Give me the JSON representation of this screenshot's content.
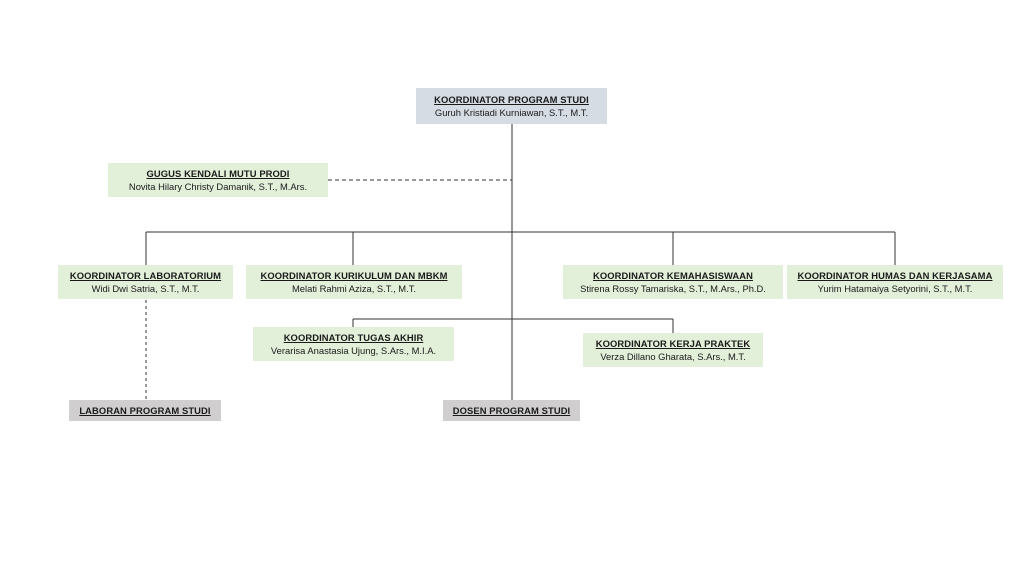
{
  "chart": {
    "head": {
      "title": "KOORDINATOR PROGRAM STUDI",
      "person": "Guruh Kristiadi Kurniawan, S.T., M.T."
    },
    "quality_unit": {
      "title": "GUGUS KENDALI MUTU PRODI",
      "person": "Novita Hilary Christy Damanik, S.T., M.Ars."
    },
    "lab": {
      "title": "KOORDINATOR LABORATORIUM",
      "person": "Widi Dwi Satria, S.T., M.T."
    },
    "curriculum": {
      "title": "KOORDINATOR KURIKULUM DAN MBKM",
      "person": "Melati Rahmi Aziza, S.T., M.T."
    },
    "student_affairs": {
      "title": "KOORDINATOR KEMAHASISWAAN",
      "person": "Stirena Rossy Tamariska, S.T., M.Ars., Ph.D."
    },
    "public_relations": {
      "title": "KOORDINATOR HUMAS DAN KERJASAMA",
      "person": "Yurim Hatamaiya Setyorini, S.T., M.T."
    },
    "final_project": {
      "title": "KOORDINATOR TUGAS AKHIR",
      "person": "Verarisa Anastasia Ujung, S.Ars., M.I.A."
    },
    "internship": {
      "title": "KOORDINATOR KERJA PRAKTEK",
      "person": "Verza Dillano Gharata, S.Ars., M.T."
    },
    "lab_staff": {
      "title": "LABORAN PROGRAM STUDI"
    },
    "lecturers": {
      "title": "DOSEN PROGRAM STUDI"
    }
  },
  "colors": {
    "head_fill": "#d6dce4",
    "coordinator_fill": "#e2efd9",
    "staff_fill": "#d0cece",
    "line": "#333333"
  }
}
